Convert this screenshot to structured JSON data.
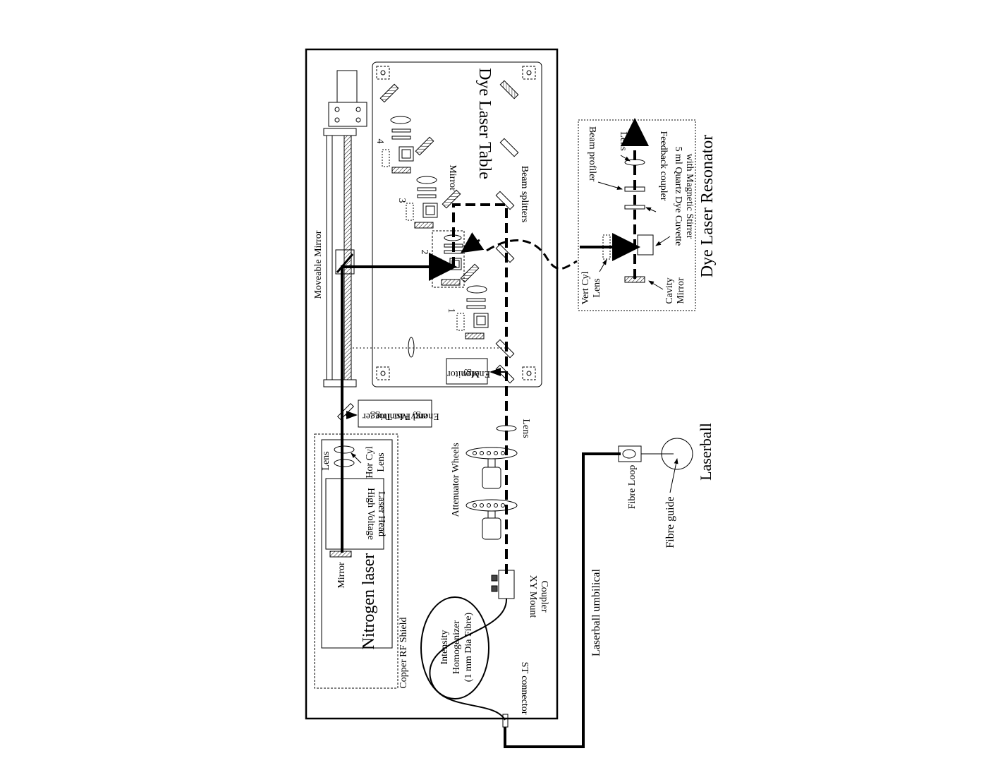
{
  "labels": {
    "dye_laser_table": "Dye Laser Table",
    "moveable_mirror": "Moveable Mirror",
    "mirror_top": "Mirror",
    "beam_splitters": "Beam splitters",
    "num_1": "1",
    "num_2": "2",
    "num_3": "3",
    "num_4": "4",
    "energy_monitor": "Energy",
    "energy_monitor_2": "Monitor",
    "energy_fast_1": "Energy Monitor",
    "energy_fast_2": "and Fast Trigger",
    "lens_hor": "Lens",
    "hor_cyl_1": "Hor Cyl",
    "hor_cyl_2": "Lens",
    "hv_1": "High Voltage",
    "hv_2": "Laser Head",
    "mirror_n2": "Mirror",
    "nitrogen_laser": "Nitrogen laser",
    "copper_rf": "Copper RF Shield",
    "attenuator": "Attenuator Wheels",
    "lens_beam": "Lens",
    "xy_1": "XY Mount",
    "xy_2": "Coupler",
    "intensity_1": "Intensity",
    "intensity_2": "Homogenizer",
    "intensity_3": "(1 mm Dia Fibre)",
    "st_connector": "ST connector",
    "umbilical": "Laserball umbilical",
    "fibre_loop": "Fibre Loop",
    "fibre_guide": "Fibre guide",
    "laserball": "Laserball",
    "resonator_title": "Dye Laser Resonator",
    "beam_profiler": "Beam profiler",
    "res_lens": "Lens",
    "feedback": "Feedback coupler",
    "cuvette_1": "5 ml Quartz Dye Cuvette",
    "cuvette_2": "with Magnetic Stirrer",
    "vert_cyl_1": "Vert Cyl",
    "vert_cyl_2": "Lens",
    "cavity_1": "Cavity",
    "cavity_2": "Mirror"
  }
}
